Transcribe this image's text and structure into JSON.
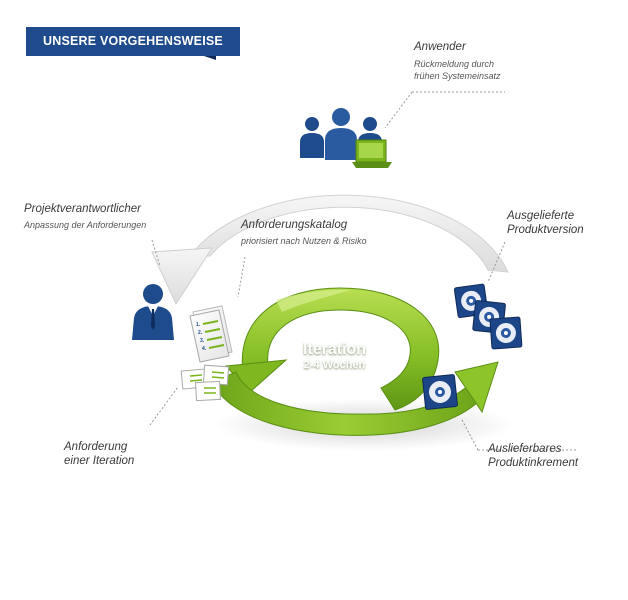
{
  "banner": {
    "title": "UNSERE VORGEHENSWEISE"
  },
  "center": {
    "line1": "Iteration",
    "line2": "2-4 Wochen"
  },
  "labels": {
    "anwender": {
      "title": "Anwender",
      "sub1": "Rückmeldung durch",
      "sub2": "frühen Systemeinsatz"
    },
    "projekt": {
      "title": "Projektverantwortlicher",
      "sub1": "Anpassung der Anforderungen"
    },
    "katalog": {
      "title": "Anforderungskatalog",
      "sub1": "priorisiert nach Nutzen & Risiko"
    },
    "ausgeliefert": {
      "line1": "Ausgelieferte",
      "line2": "Produktversion"
    },
    "anforderung": {
      "line1": "Anforderung",
      "line2": "einer Iteration"
    },
    "inkrement": {
      "line1": "Auslieferbares",
      "line2": "Produktinkrement"
    }
  },
  "colors": {
    "banner": "#1f4a8c",
    "banner_shadow": "#0f2c5a",
    "green": "#7ab51d",
    "green_dark": "#4f7f0f",
    "green_light": "#b5dc4e",
    "people": "#1e4b8c",
    "disc_box": "#1d4688",
    "gray_arrow": "#e6e6e6"
  },
  "icons": [
    "users-with-computer-icon",
    "businessman-icon",
    "document-list-icon",
    "index-cards-icon",
    "disc-icon"
  ]
}
